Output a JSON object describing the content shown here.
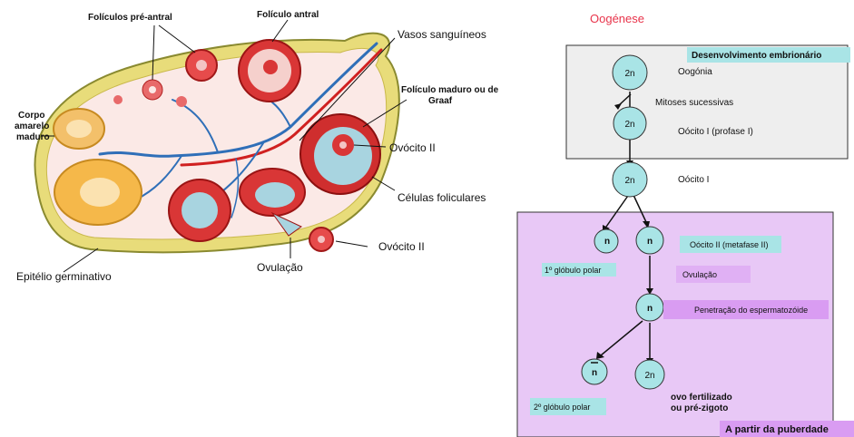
{
  "ovary": {
    "labels": {
      "preantral": "Folículos pré-antral",
      "antral": "Folículo antral",
      "vessels": "Vasos sanguíneos",
      "graaf_line1": "Folículo maduro ou de",
      "graaf_line2": "Graaf",
      "corpus_line1": "Corpo",
      "corpus_line2": "amarelo",
      "corpus_line3": "maduro",
      "oocyte_ii_top": "Ovócito II",
      "follicular_cells": "Células foliculares",
      "oocyte_ii_bottom": "Ovócito II",
      "ovulation": "Ovulação",
      "germinal_epithelium": "Epitélio germinativo"
    }
  },
  "oogenesis": {
    "title": "Oogénese",
    "embryonic_box_label": "Desenvolvimento embrionário",
    "puberty_box_label": "A partir da puberdade",
    "nodes": {
      "oogonia": "2n",
      "oocyte_i_prophase": "2n",
      "oocyte_i": "2n",
      "first_polar_body": "n",
      "oocyte_ii": "n",
      "penetrated_oocyte": "n",
      "second_polar_body": "n",
      "fertilized_egg": "2n"
    },
    "labels": {
      "oogonia": "Oogónia",
      "mitoses": "Mitoses sucessivas",
      "oocyte_i_prophase": "Oócito I (profase I)",
      "oocyte_i": "Oócito I",
      "oocyte_ii_metaphase": "Oócito II (metafase II)",
      "first_polar_body": "1º glóbulo polar",
      "ovulation": "Ovulação",
      "sperm_penetration": "Penetração do espermatozóide",
      "second_polar_body": "2º glóbulo polar",
      "fertilized_line1": "ovo fertilizado",
      "fertilized_line2": "ou pré-zigoto"
    },
    "colors": {
      "title": "#e8334a",
      "node_fill": "#a9e4e6",
      "label_box": "#a9e4e6",
      "embryonic_bg": "#eeeeee",
      "puberty_bg": "#e8c8f6",
      "magenta_box": "#d99cf2"
    }
  }
}
